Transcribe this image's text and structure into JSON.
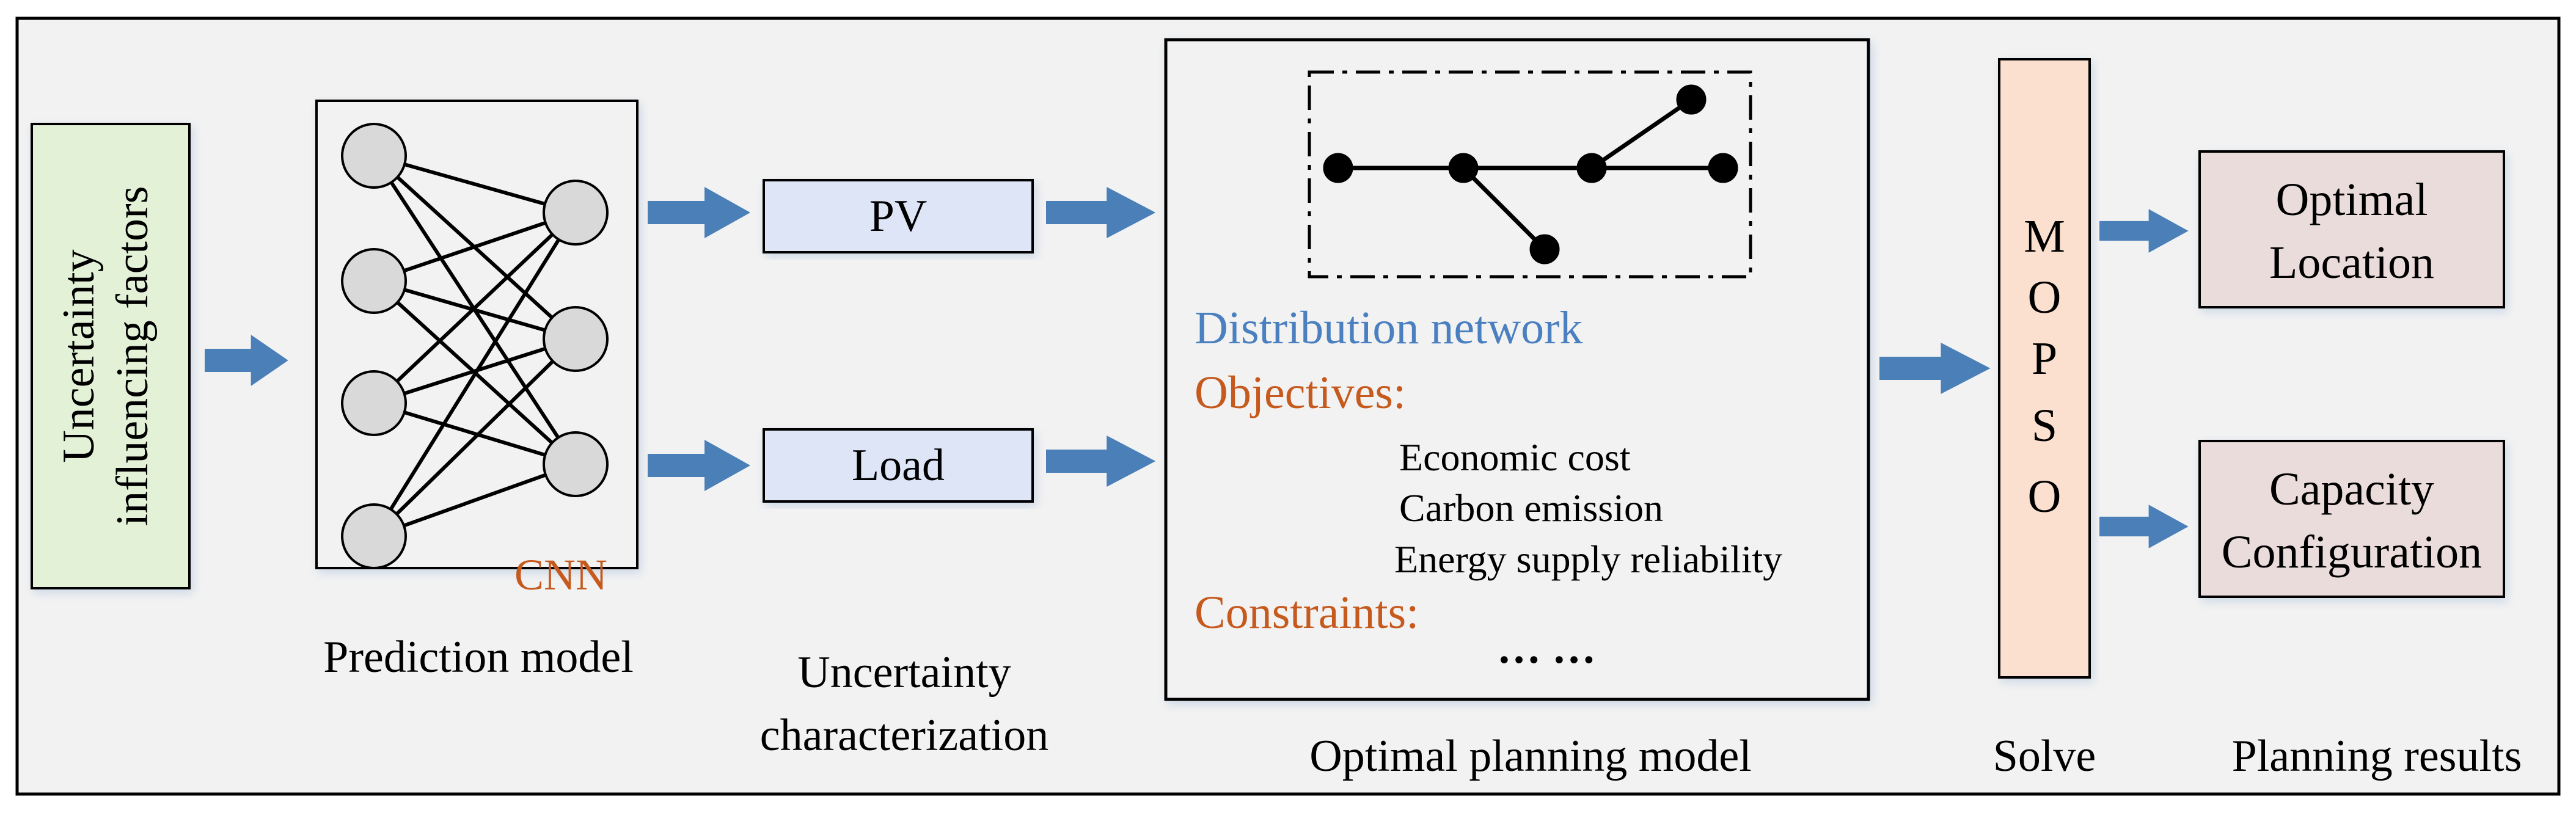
{
  "input": {
    "line1": "Uncertainty",
    "line2": "influencing factors"
  },
  "prediction": {
    "network_label": "CNN",
    "caption": "Prediction model"
  },
  "uncertainty": {
    "pv_label": "PV",
    "load_label": "Load",
    "caption_line1": "Uncertainty",
    "caption_line2": "characterization"
  },
  "planning": {
    "network_title": "Distribution network",
    "objectives_heading": "Objectives:",
    "objectives": [
      "Economic cost",
      "Carbon emission",
      "Energy supply reliability"
    ],
    "constraints_heading": "Constraints:",
    "ellipsis": "… …",
    "caption": "Optimal planning model"
  },
  "solver": {
    "letters": [
      "M",
      "O",
      "P",
      "S",
      "O"
    ],
    "caption": "Solve"
  },
  "results": {
    "location_line1": "Optimal",
    "location_line2": "Location",
    "capacity_line1": "Capacity",
    "capacity_line2": "Configuration",
    "caption": "Planning results"
  },
  "colors": {
    "arrow": "#4a7fb8",
    "green_box": "#e3f1d7",
    "blue_box": "#dde5f7",
    "orange_box": "#fbe0cf",
    "pink_box": "#ebdcdc",
    "blue_text": "#4a7fc0",
    "orange_text": "#c65a1e"
  }
}
